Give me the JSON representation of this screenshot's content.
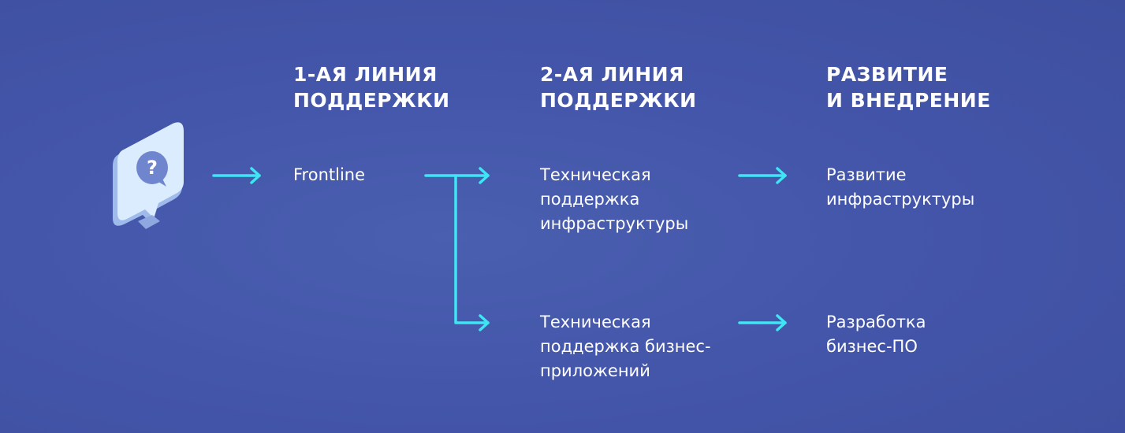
{
  "columns": {
    "line1": {
      "heading": "1-АЯ ЛИНИЯ\nПОДДЕРЖКИ"
    },
    "line2": {
      "heading": "2-АЯ ЛИНИЯ\nПОДДЕРЖКИ"
    },
    "development": {
      "heading": "РАЗВИТИЕ\nИ ВНЕДРЕНИЕ"
    }
  },
  "nodes": {
    "frontline": "Frontline",
    "infra_support": "Техническая\nподдержка\nинфраструктуры",
    "business_support": "Техническая\nподдержка бизнес-\nприложений",
    "infra_development": "Развитие\nинфраструктуры",
    "business_software_development": "Разработка\nбизнес-ПО"
  },
  "icons": {
    "start": "question-chat-icon"
  },
  "colors": {
    "background": "#4456aa",
    "arrow": "#3ee6f4",
    "text": "#ffffff",
    "icon_face": "#dcecff",
    "icon_side": "#9fbbec",
    "icon_mark_bg": "#6f86cf"
  }
}
